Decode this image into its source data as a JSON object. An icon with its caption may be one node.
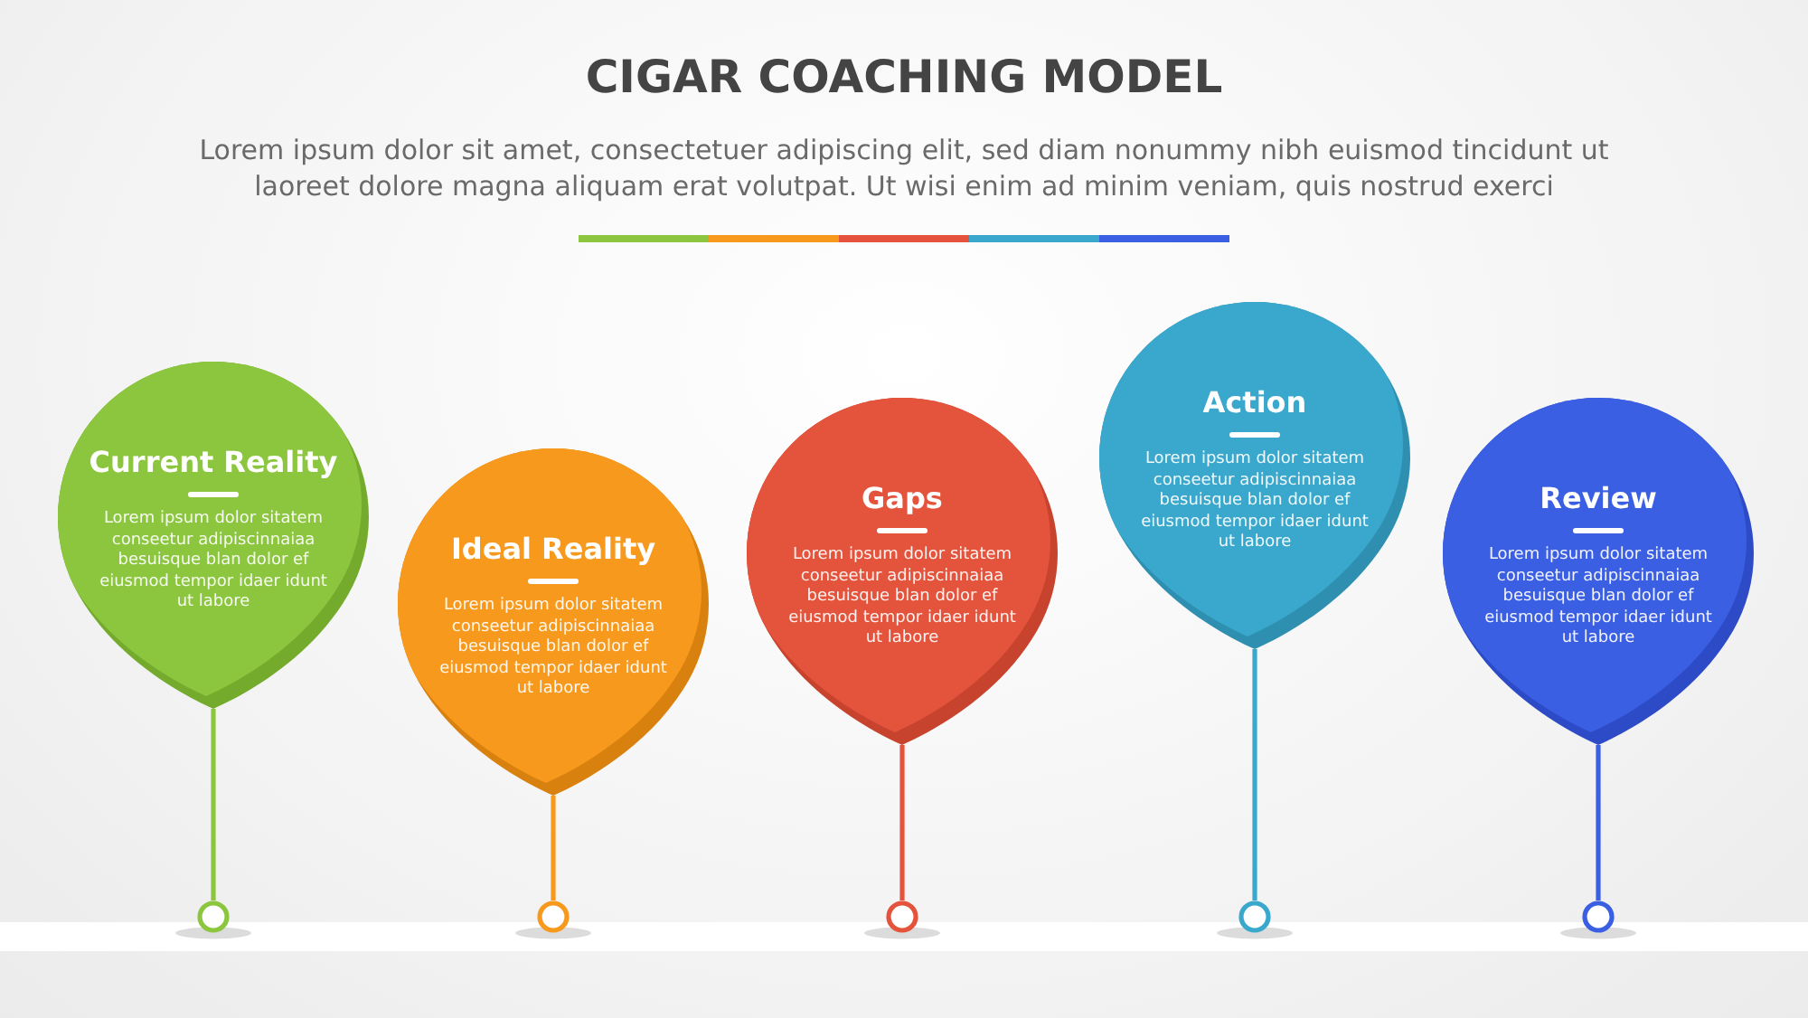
{
  "diagram": {
    "title": "CIGAR COACHING MODEL",
    "nodes": [
      {
        "text": [
          "Current Reality",
          "Lorem ipsum dolor sitatem conseetur adipiscinnaiaa besuisque blan dolor ef eiusmod tempor idaer idunt ut labore"
        ]
      },
      {
        "text": [
          "Ideal Reality",
          "Lorem ipsum dolor sitatem conseetur adipiscinnaiaa besuisque blan dolor ef eiusmod tempor idaer idunt ut labore"
        ]
      },
      {
        "text": [
          "Gaps",
          "Lorem ipsum dolor sitatem conseetur adipiscinnaiaa besuisque blan dolor ef eiusmod tempor idaer idunt ut labore"
        ]
      },
      {
        "text": [
          "Action",
          "Lorem ipsum dolor sitatem conseetur adipiscinnaiaa besuisque blan dolor ef eiusmod tempor idaer idunt ut labore"
        ]
      },
      {
        "text": [
          "Review",
          "Lorem ipsum dolor sitatem conseetur adipiscinnaiaa besuisque blan dolor ef eiusmod tempor idaer idunt ut labore"
        ]
      },
      {
        "text": [],
        "shape": "circle"
      },
      {
        "text": [],
        "shape": "circle"
      },
      {
        "text": [],
        "shape": "circle"
      },
      {
        "text": [],
        "shape": "circle"
      },
      {
        "text": [],
        "shape": "circle"
      }
    ],
    "edges": [
      {
        "from": 0,
        "to": 5,
        "arrow": "none",
        "color": "#8cc63f"
      },
      {
        "from": 1,
        "to": 6,
        "arrow": "none",
        "color": "#f7991c"
      },
      {
        "from": 2,
        "to": 7,
        "arrow": "none",
        "color": "#e4533b"
      },
      {
        "from": 3,
        "to": 8,
        "arrow": "none",
        "color": "#3aa8cc"
      },
      {
        "from": 4,
        "to": 9,
        "arrow": "none",
        "color": "#3b5fe2"
      }
    ],
    "labels": [
      "Lorem ipsum dolor sit amet, consectetuer adipiscing elit, sed diam nonummy nibh euismod tincidunt ut laoreet dolore magna aliquam erat volutpat. Ut wisi enim ad minim veniam, quis nostrud exerci"
    ]
  }
}
